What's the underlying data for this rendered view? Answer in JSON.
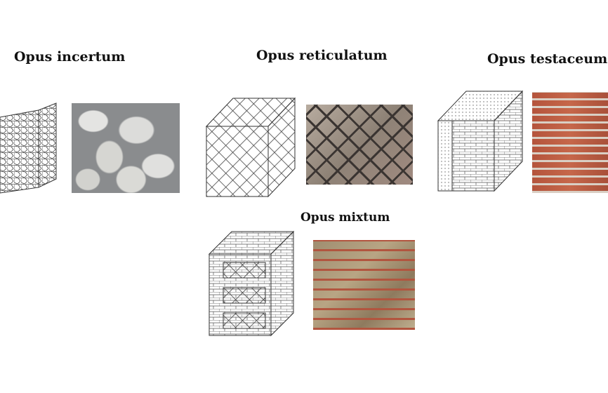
{
  "sections": [
    {
      "title": "Opus incertum"
    },
    {
      "title": "Opus  reticulatum"
    },
    {
      "title": "Opus  testaceum"
    },
    {
      "title": "Opus mixtum"
    }
  ]
}
